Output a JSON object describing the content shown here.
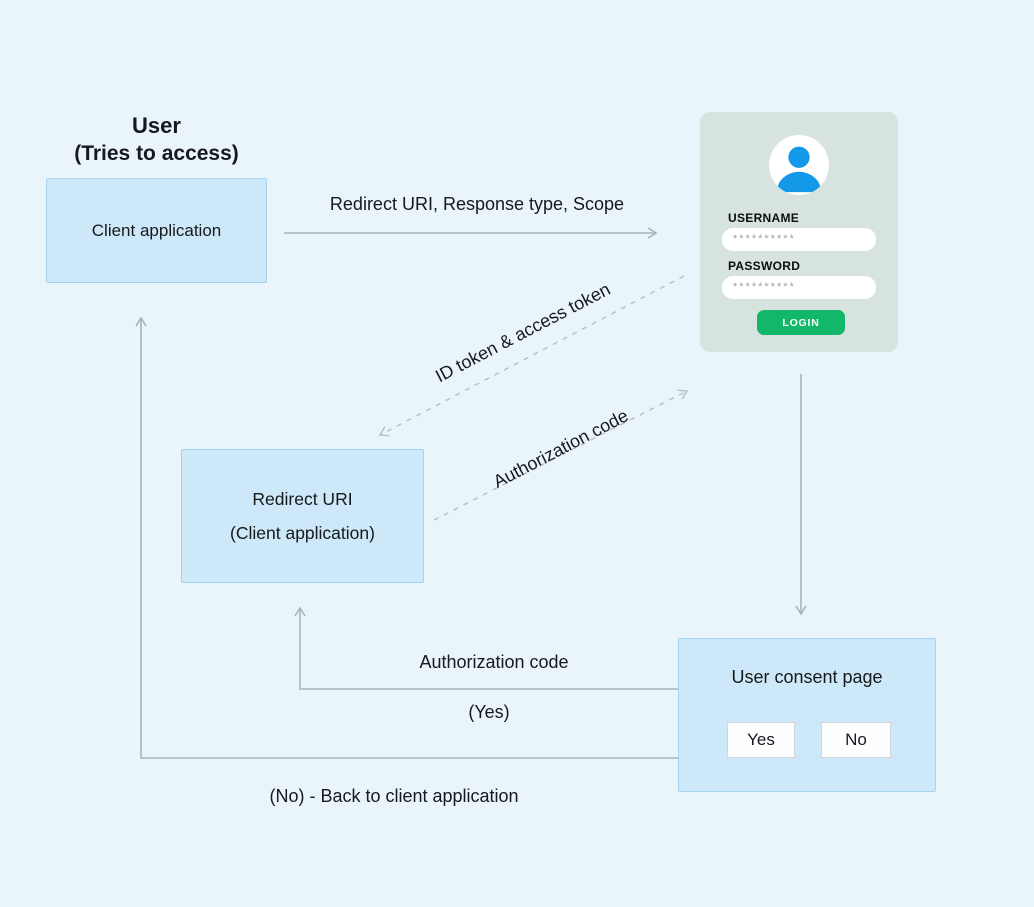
{
  "colors": {
    "page-bg": "#e9f4fb",
    "box-fill": "#cde8f8",
    "box-border": "#a5d4ee",
    "card-fill": "#d6e3de",
    "green": "#12b76a",
    "avatar-blue": "#1499e8",
    "arrow": "#a9b3ba",
    "arrow-dashed": "#b6bfc5",
    "text": "#17191c",
    "muted": "#98a1a7"
  },
  "user": {
    "line1": "User",
    "line2": "(Tries to access)"
  },
  "client_box": {
    "label": "Client application"
  },
  "arrows": {
    "request_label": "Redirect URI, Response type, Scope",
    "id_token_label": "ID token & access token",
    "auth_code_diag_label": "Authorization code",
    "yes_label": "Authorization code",
    "yes_sub": "(Yes)",
    "no_label": "(No) - Back to client application"
  },
  "login_card": {
    "username_label": "USERNAME",
    "username_value": "**********",
    "password_label": "PASSWORD",
    "password_value": "**********",
    "login_button": "LOGIN"
  },
  "redirect_box": {
    "line1": "Redirect URI",
    "line2": "(Client application)"
  },
  "consent_box": {
    "title": "User consent page",
    "yes_button": "Yes",
    "no_button": "No"
  }
}
